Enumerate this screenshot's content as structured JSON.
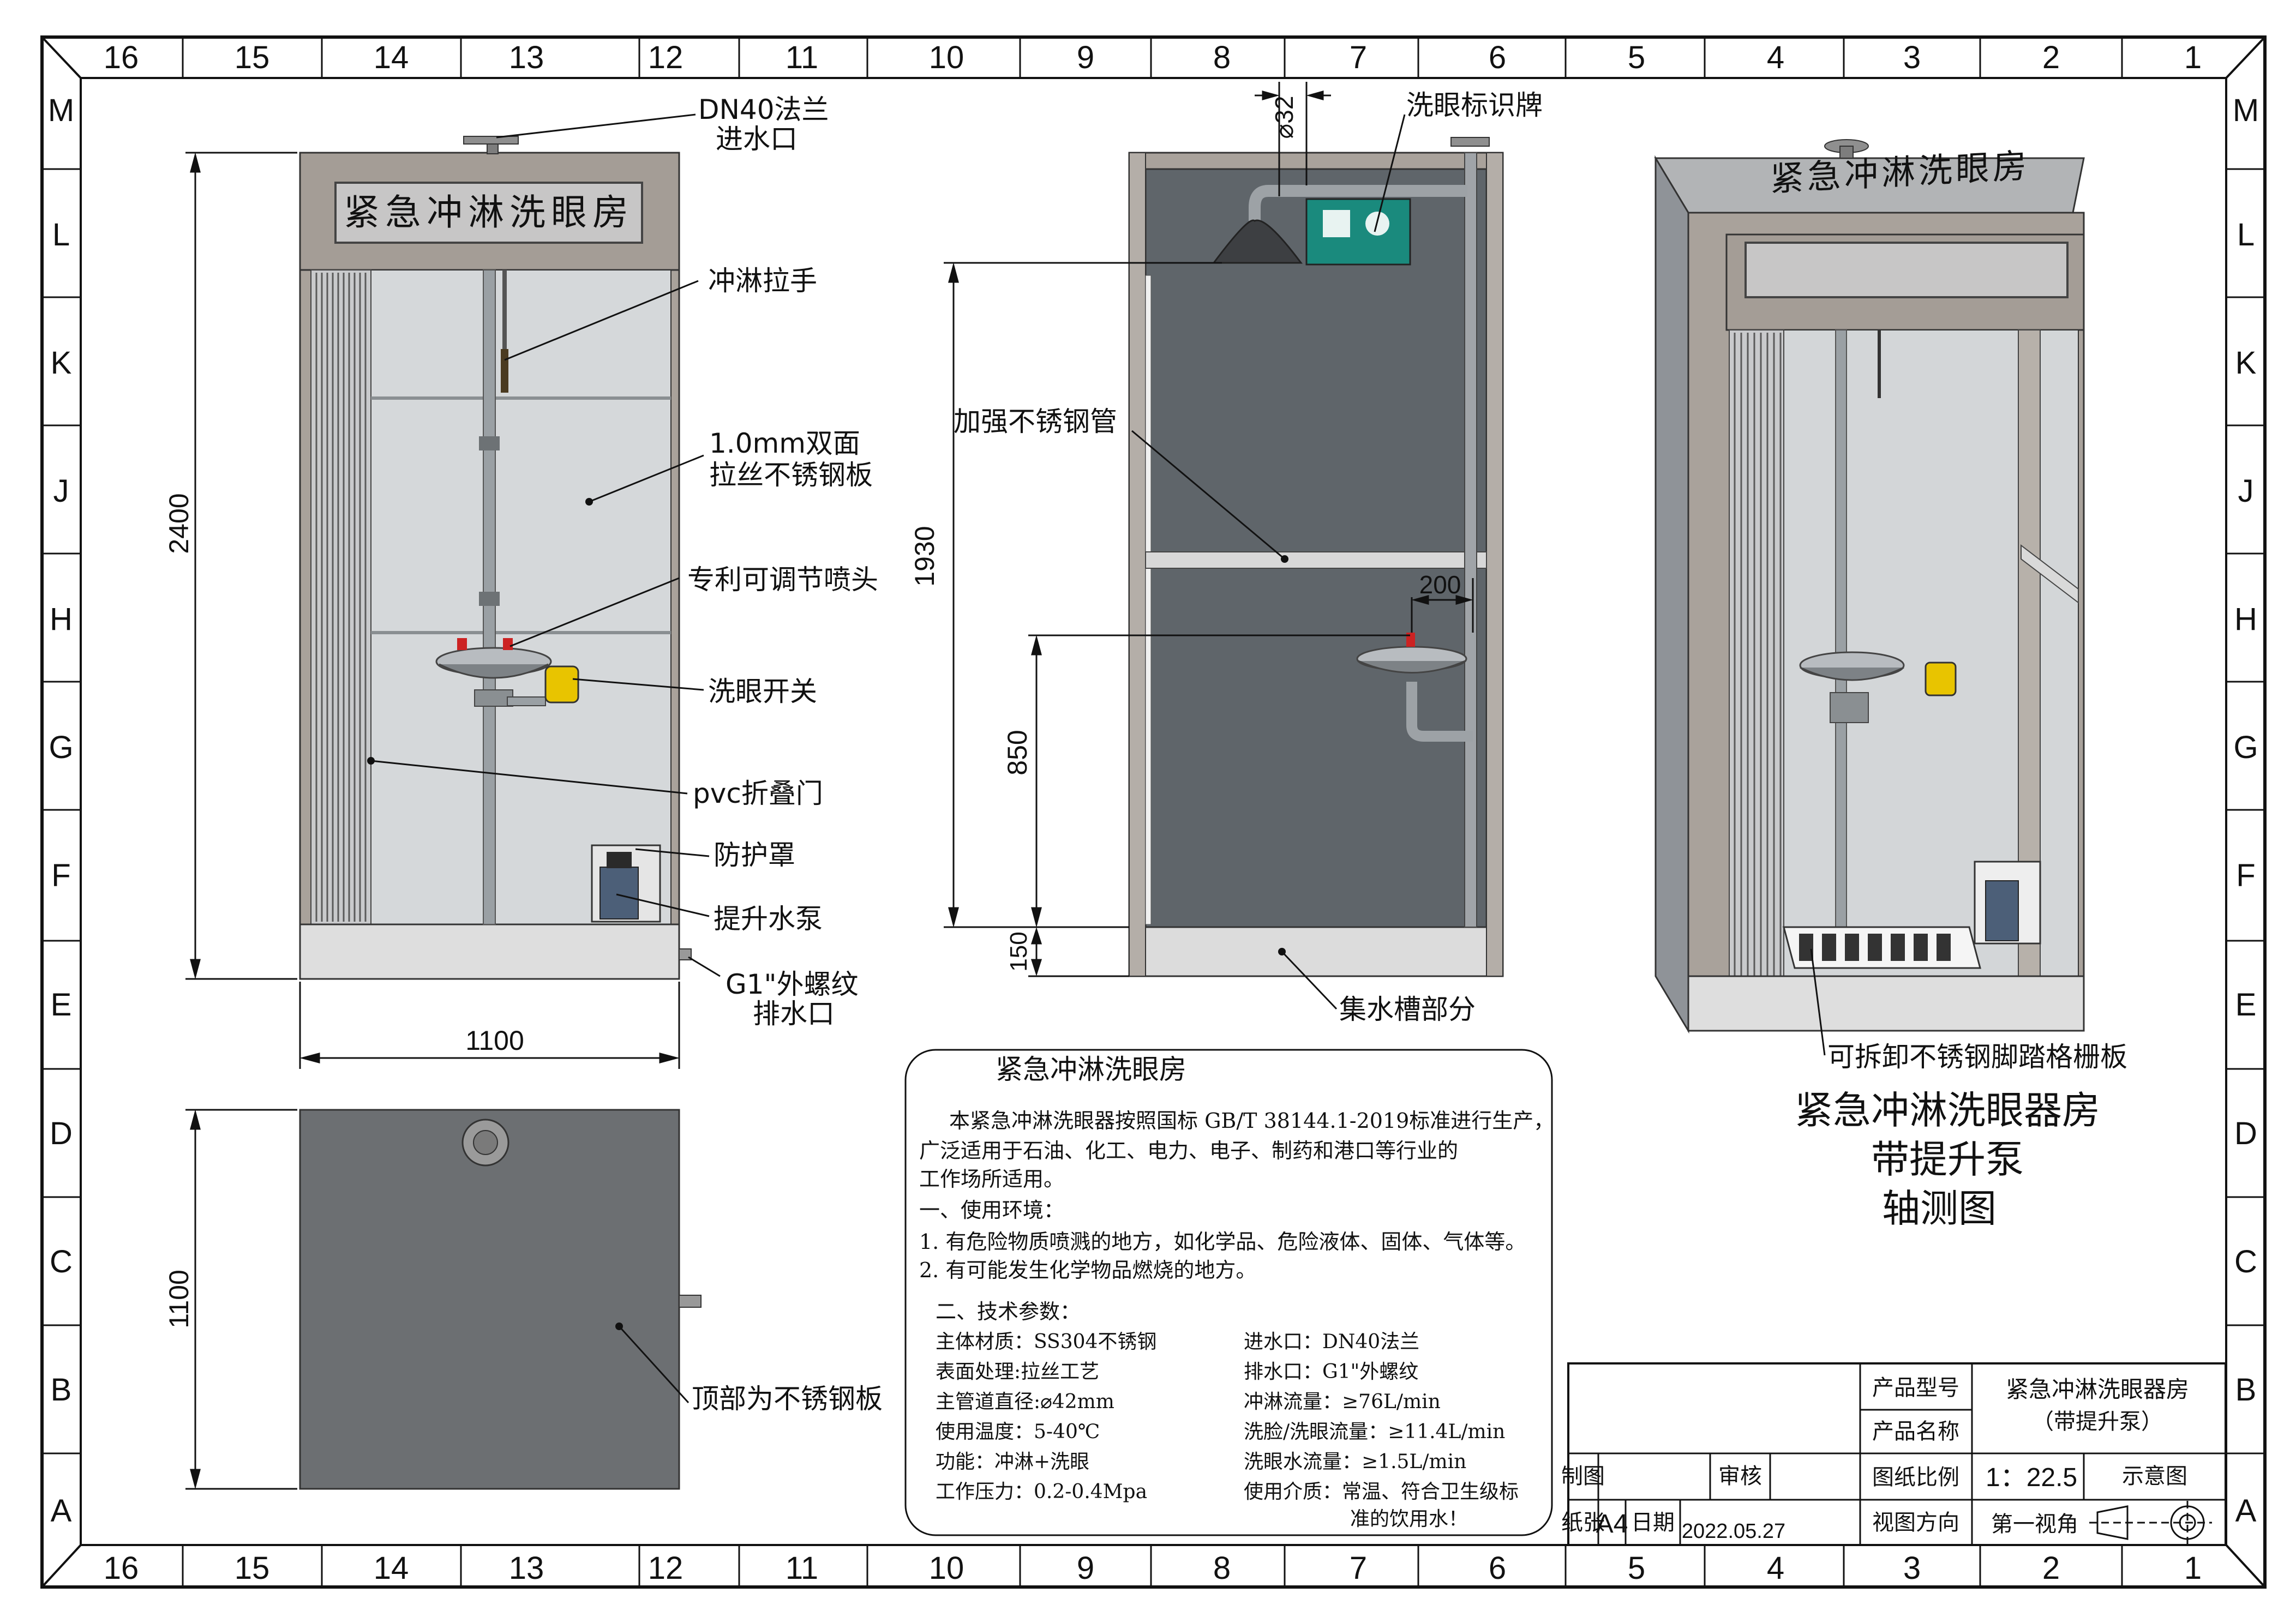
{
  "frame": {
    "top_numbers": [
      "16",
      "15",
      "14",
      "13",
      "12",
      "11",
      "10",
      "9",
      "8",
      "7",
      "6",
      "5",
      "4",
      "3",
      "2",
      "1"
    ],
    "bottom_numbers": [
      "16",
      "15",
      "14",
      "13",
      "12",
      "11",
      "10",
      "9",
      "8",
      "7",
      "6",
      "5",
      "4",
      "3",
      "2",
      "1"
    ],
    "left_letters": [
      "M",
      "L",
      "K",
      "J",
      "H",
      "G",
      "F",
      "E",
      "D",
      "C",
      "B",
      "A"
    ],
    "right_letters": [
      "M",
      "L",
      "K",
      "J",
      "H",
      "G",
      "F",
      "E",
      "D",
      "C",
      "B",
      "A"
    ]
  },
  "front_view": {
    "sign_text": "紧急冲淋洗眼房",
    "callouts": {
      "inlet_line1": "DN40法兰",
      "inlet_line2": "进水口",
      "pull_handle": "冲淋拉手",
      "panel_line1": "1.0mm双面",
      "panel_line2": "拉丝不锈钢板",
      "nozzle": "专利可调节喷头",
      "eyewash_switch": "洗眼开关",
      "pvc_door": "pvc折叠门",
      "guard": "防护罩",
      "pump": "提升水泵",
      "drain_line1": "G1\"外螺纹",
      "drain_line2": "排水口"
    },
    "dim_height": "2400",
    "dim_width": "1100"
  },
  "top_view": {
    "dim_depth": "1100",
    "callout": "顶部为不锈钢板"
  },
  "side_view": {
    "dia_label": "⌀32",
    "sign_label": "洗眼标识牌",
    "pipe_label": "加强不锈钢管",
    "dim_shower": "1930",
    "dim_offset": "200",
    "dim_bowl": "850",
    "dim_base": "150",
    "trough_label": "集水槽部分"
  },
  "iso_view": {
    "sign_text": "紧急冲淋洗眼房",
    "grating_label": "可拆卸不锈钢脚踏格栅板",
    "title_line1": "紧急冲淋洗眼器房",
    "title_line2": "带提升泵",
    "title_line3": "轴测图"
  },
  "notes": {
    "title": "紧急冲淋洗眼房",
    "intro_line1": "本紧急冲淋洗眼器按照国标 GB/T 38144.1-2019标准进行生产，",
    "intro_line2": "广泛适用于石油、化工、电力、电子、制药和港口等行业的",
    "intro_line3": "工作场所适用。",
    "env_title": "一、使用环境：",
    "env_1": "1. 有危险物质喷溅的地方，如化学品、危险液体、固体、气体等。",
    "env_2": "2. 有可能发生化学物品燃烧的地方。",
    "tech_title": "二、技术参数：",
    "left_params": [
      "主体材质：SS304不锈钢",
      "表面处理:拉丝工艺",
      "主管道直径:⌀42mm",
      "使用温度：5-40℃",
      "功能：冲淋+洗眼",
      "工作压力：0.2-0.4Mpa"
    ],
    "right_params": [
      "进水口：DN40法兰",
      "排水口：G1\"外螺纹",
      "冲淋流量：≥76L/min",
      "洗脸/洗眼流量：≥11.4L/min",
      "洗眼水流量：≥1.5L/min",
      "使用介质：常温、符合卫生级标",
      "准的饮用水！"
    ]
  },
  "title_block": {
    "model_label": "产品型号",
    "name_label": "产品名称",
    "product_name": "紧急冲淋洗眼器房",
    "product_sub": "（带提升泵）",
    "drafter_label": "制图",
    "reviewer_label": "审核",
    "scale_label": "图纸比例",
    "scale_value": "1：22.5",
    "schematic_label": "示意图",
    "paper_label": "纸张",
    "paper_value": "A4",
    "date_label": "日期",
    "date_value": "2022.05.27",
    "view_label": "视图方向",
    "view_value": "第一视角"
  }
}
